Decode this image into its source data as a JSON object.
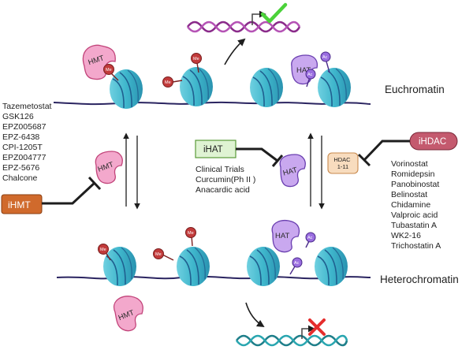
{
  "states": {
    "euchromatin": "Euchromatin",
    "heterochromatin": "Heterochromatin"
  },
  "enzymes": {
    "hmt": "HMT",
    "hat": "HAT",
    "hdac": "HDAC\n1-11"
  },
  "marks": {
    "methyl": "Me",
    "acetyl": "Ac"
  },
  "inhibitors": {
    "ihmt": {
      "label": "iHMT",
      "drugs": [
        "Tazemetostat",
        "GSK126",
        "EPZ005687",
        "EPZ-6438",
        "CPI-1205T",
        "EPZ004777",
        "EPZ-5676",
        "Chalcone"
      ]
    },
    "ihat": {
      "label": "iHAT",
      "drugs": [
        "Clinical Trials",
        "Curcumin(Ph II )",
        "Anacardic acid"
      ]
    },
    "ihdac": {
      "label": "iHDAC",
      "drugs": [
        "Vorinostat",
        "Romidepsin",
        "Panobinostat",
        "Belinostat",
        "Chidamine",
        "Valproic acid",
        "Tubastatin A",
        "WK2-16",
        "Trichostatin A"
      ]
    }
  },
  "colors": {
    "nucleosome": "#3fb6cc",
    "nucleosome_dark": "#1f5f8f",
    "dna_line": "#2a2460",
    "hmt": "#f3a8cc",
    "hat": "#c9a8ef",
    "methyl_mark": "#c23b3b",
    "acetyl_mark": "#9a6ee0",
    "ihmt_box": "#d06a2c",
    "ihat_box": "#dff3d3",
    "ihdac_box": "#c45a6e",
    "hdac_box": "#f8dcbe",
    "active_check": "#4bd23a",
    "repressed_cross": "#e52d2d"
  },
  "icons": [
    "check-icon",
    "cross-icon",
    "transcription-arrow-icon"
  ]
}
